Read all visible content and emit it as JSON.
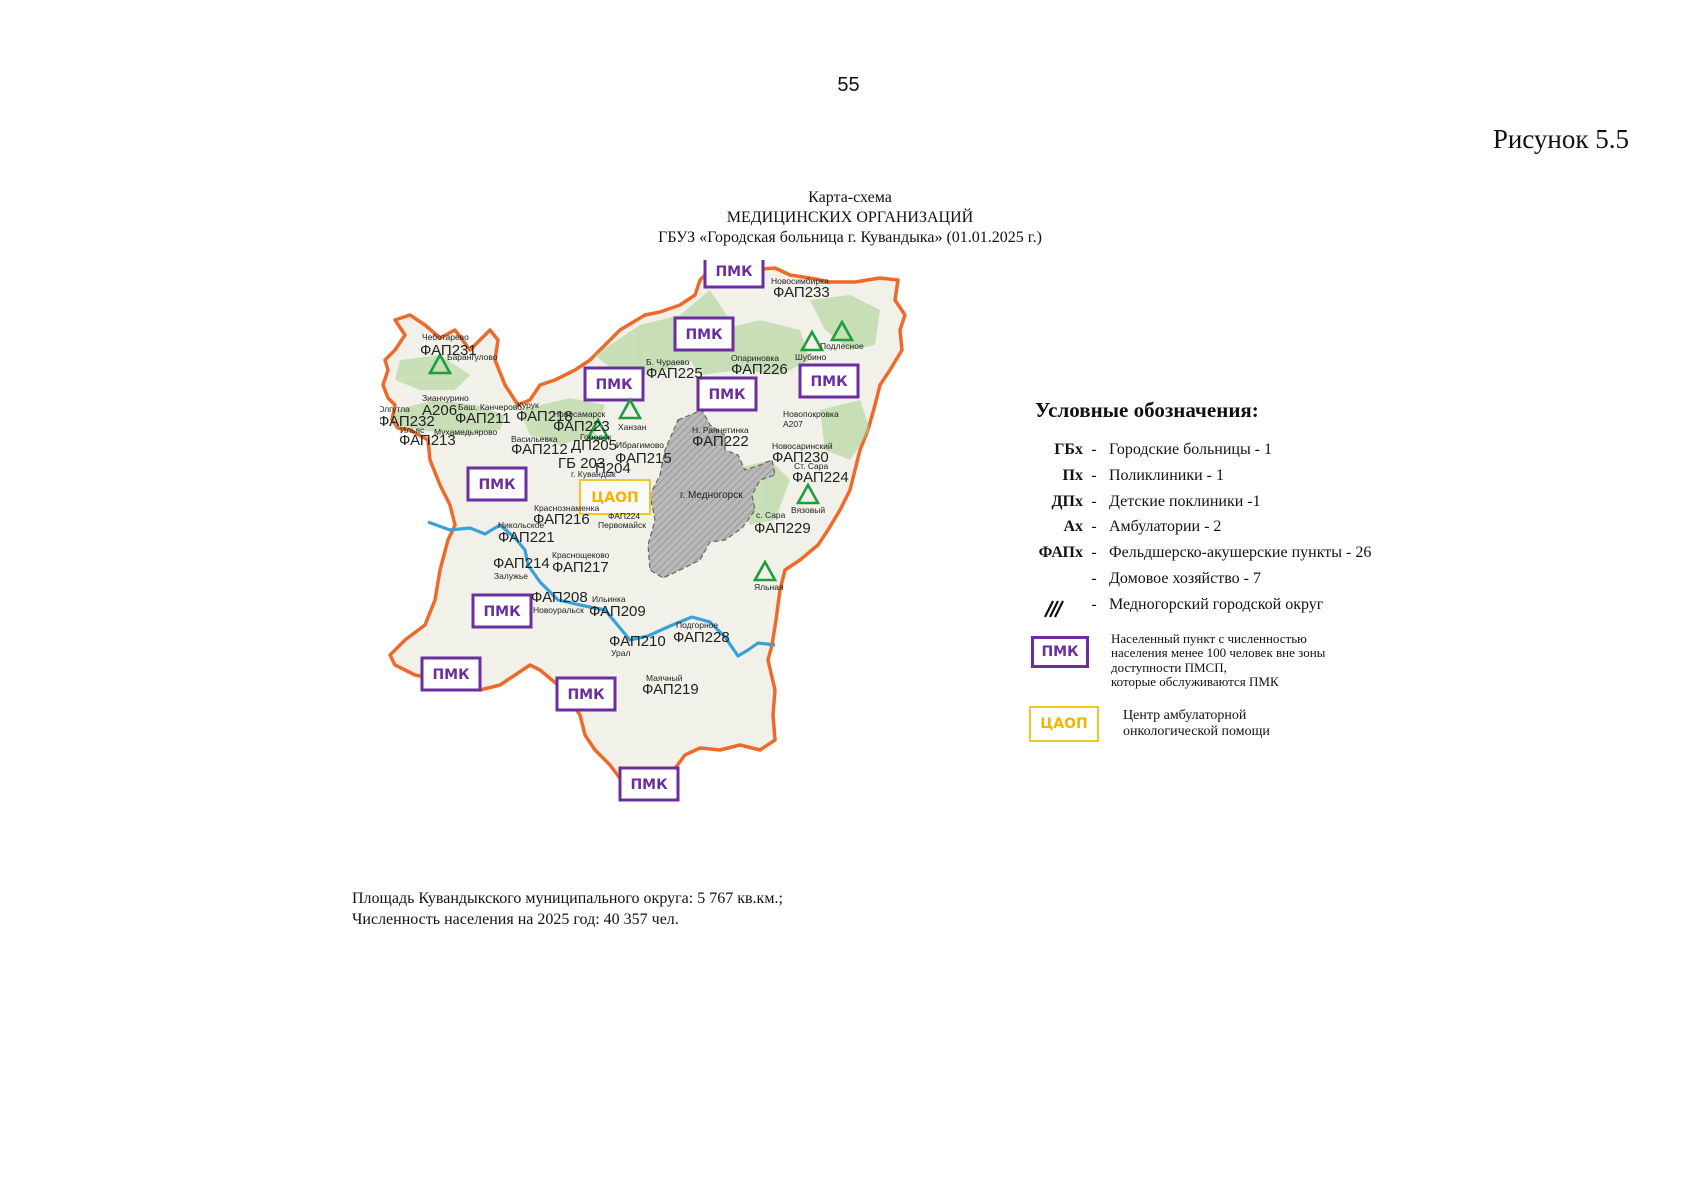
{
  "page_number": "55",
  "figure_label": "Рисунок 5.5",
  "title": {
    "line1": "Карта-схема",
    "line2": "МЕДИЦИНСКИХ ОРГАНИЗАЦИЙ",
    "line3": "ГБУЗ «Городская больница г. Кувандыка» (01.01.2025 г.)"
  },
  "map": {
    "pmk_label": "ПМК",
    "tsaop_label": "ЦАОП",
    "border_color": "#ee6a2a",
    "river_color": "#3aa0d8",
    "enclave_label": "г. Медногорск",
    "labels": {
      "fap233": "ФАП233",
      "fap231": "ФАП231",
      "a206": "А206",
      "fap232": "ФАП232",
      "fap211": "ФАП211",
      "fap218": "ФАП218",
      "fap213": "ФАП213",
      "fap223": "ФАП223",
      "fap212": "ФАП212",
      "dp205": "ДП205",
      "gb203": "ГБ 203",
      "p204": "П204",
      "fap215": "ФАП215",
      "fap225": "ФАП225",
      "fap226": "ФАП226",
      "fap222": "ФАП222",
      "fap230": "ФАП230",
      "fap224": "ФАП224",
      "fap229": "ФАП229",
      "fap216": "ФАП216",
      "fap221": "ФАП221",
      "fap214": "ФАП214",
      "fap217": "ФАП217",
      "fap208": "ФАП208",
      "fap209": "ФАП209",
      "fap210": "ФАП210",
      "fap228": "ФАП228",
      "fap219": "ФАП219"
    },
    "places": {
      "novosimbirka": "Новосимбирка",
      "chebotarevo": "Чеботарево",
      "barangulovo": "Барангулово",
      "shubino": "Шубино",
      "podlesnoe": "Подлесное",
      "b_churaevo": "Б. Чураево",
      "oparinovka": "Опариновка",
      "zianchurino": "Зианчурино",
      "yulgutla": "Юлгутла",
      "bash_kanchirovo": "Баш. Канчерово",
      "kurgul": "Курук",
      "novosamarsk": "Новосамарск",
      "mukhamedyarovo": "Мухамедьярово",
      "ilyasn": "Ильяс",
      "khanzhan": "Ханзан",
      "vasilevka": "Васильевка",
      "gorodok": "Городок",
      "ibragimovo": "Ибрагимово",
      "n_ramenka": "Н. Раннетинка",
      "novopokrovka": "Новопокровка",
      "a207": "А207",
      "novosarinsky": "Новосаринский",
      "kuvandyk": "г. Кувандык",
      "kz_sara": "Ст. Сара",
      "vyazovy": "Вязовый",
      "s_sara": "с. Сара",
      "krasnoznamenka": "Краснознаменка",
      "pervomaysk": "Первомайск",
      "fap224_small": "ФАП224",
      "nikolskoe": "Никольское",
      "krasnoshchekovo": "Краснощеково",
      "zaluzhye": "Залужье",
      "ilyinka": "Ильинка",
      "novouralsk": "Новоуральск",
      "podgornoe": "Подгорное",
      "ural": "Урал",
      "yalnaya": "Яльная",
      "mayachny": "Маячный"
    }
  },
  "legend": {
    "title": "Условные обозначения:",
    "items": [
      {
        "abbr": "ГБх",
        "dash": "-",
        "desc": "Городские больницы - 1"
      },
      {
        "abbr": "Пх",
        "dash": "-",
        "desc": "Поликлиники - 1"
      },
      {
        "abbr": "ДПх",
        "dash": "-",
        "desc": "Детские поклиники -1"
      },
      {
        "abbr": "Ах",
        "dash": "-",
        "desc": "Амбулатории - 2"
      },
      {
        "abbr": "ФАПх",
        "dash": "-",
        "desc": "Фельдшерско-акушерские пункты - 26"
      },
      {
        "abbr": "",
        "dash": "-",
        "desc": "Домовое хозяйство - 7"
      },
      {
        "abbr": "",
        "dash": "-",
        "desc": "Медногорский городской округ"
      }
    ],
    "pmk": {
      "label": "ПМК",
      "line1": "Населенный пункт с численностью",
      "line2": "населения менее 100 человек вне зоны",
      "line3": "доступности ПМСП,",
      "line4": "которые обслуживаются ПМК"
    },
    "tsaop": {
      "label": "ЦАОП",
      "line1": "Центр амбулаторной",
      "line2": "онкологической помощи"
    }
  },
  "footnote": {
    "line1": "Площадь Кувандыкского муниципального округа: 5 767 кв.км.;",
    "line2": "Численность населения на 2025 год: 40 357 чел."
  }
}
